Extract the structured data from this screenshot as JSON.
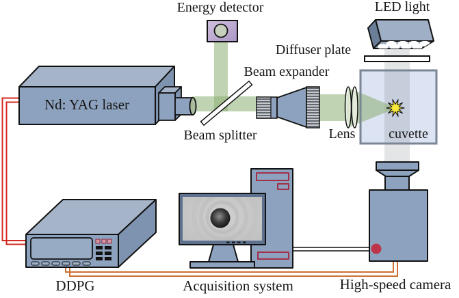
{
  "figure": {
    "labels": {
      "energy_detector": "Energy detector",
      "led_light": "LED light",
      "diffuser_plate": "Diffuser plate",
      "beam_expander": "Beam expander",
      "beam_splitter": "Beam splitter",
      "nd_yag_laser": "Nd: YAG laser",
      "lens": "Lens",
      "cuvette": "cuvette",
      "ddpg": "DDPG",
      "acquisition_system": "Acquisition system",
      "high_speed_camera": "High-speed camera"
    },
    "colors": {
      "device_front": "#8DA2BE",
      "device_top": "#A5B4C9",
      "device_side": "#7E93AF",
      "device_dark_side": "#6B7E97",
      "beam_green": "rgba(140,175,115,0.55)",
      "wire_red": "#D42A20",
      "wire_orange": "#CE7030",
      "spark_yellow": "#F6E93C",
      "cuvette_fill": "#DCE3F2",
      "cuvette_border": "#7A8694",
      "detector_purple": "#C0AED4",
      "knob_red": "#BE3448",
      "slot_outline": "#A23048",
      "monitor_frame": "#5E7290"
    }
  }
}
